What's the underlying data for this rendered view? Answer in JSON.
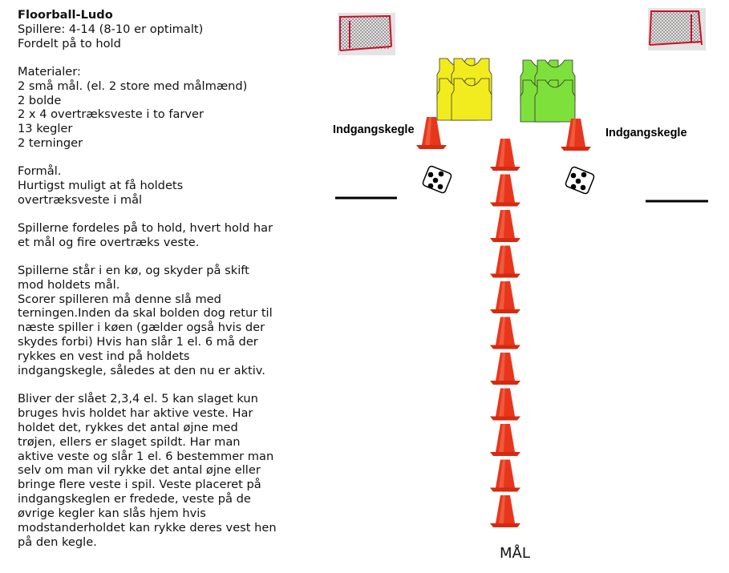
{
  "title": "Floorball-Ludo",
  "intro": [
    "Spillere: 4-14 (8-10 er optimalt)",
    "Fordelt på to hold"
  ],
  "materials": {
    "heading": "Materialer:",
    "items": [
      "2 små mål. (el. 2 store med målmænd)",
      "2 bolde",
      "2 x 4 overtræksveste i to farver",
      "13 kegler",
      "2 terninger"
    ]
  },
  "purpose": {
    "heading": "Formål.",
    "lines": [
      "Hurtigst muligt at få holdets",
      "overtræksveste i mål"
    ]
  },
  "para1": [
    "Spillerne fordeles på to hold, hvert hold har",
    "et mål og fire overtræks veste."
  ],
  "para2": [
    "Spillerne står i en kø, og skyder på skift",
    "mod holdets mål.",
    "Scorer spilleren må denne slå med",
    "terningen.Inden da skal bolden dog retur til",
    "næste spiller i køen (gælder også hvis der",
    "skydes forbi) Hvis han slår 1 el. 6 må der",
    "rykkes en vest ind på holdets",
    "indgangskegle, således at den nu er aktiv."
  ],
  "para3": [
    "Bliver der slået 2,3,4 el. 5 kan slaget kun",
    "bruges hvis holdet har aktive veste. Har",
    "holdet det, rykkes det antal øjne med",
    "trøjen, ellers er slaget spildt. Har man",
    "aktive veste og slår 1 el. 6 bestemmer man",
    "selv om man vil rykke det antal øjne eller",
    "bringe flere veste i spil. Veste placeret på",
    "indgangskeglen er fredede, veste på de",
    "øvrige kegler kan slås hjem hvis",
    "modstanderholdet kan rykke deres vest hen",
    "på den kegle."
  ],
  "diagram": {
    "entry_cone_left_label": "Indgangskegle",
    "entry_cone_right_label": "Indgangskegle",
    "goal_label": "MÅL",
    "center_cone_count": 11,
    "colors": {
      "cone": "#e8361c",
      "vest_team1": "#f2ec1e",
      "vest_team2": "#7ee03a",
      "goal_frame": "#c8102e"
    }
  }
}
